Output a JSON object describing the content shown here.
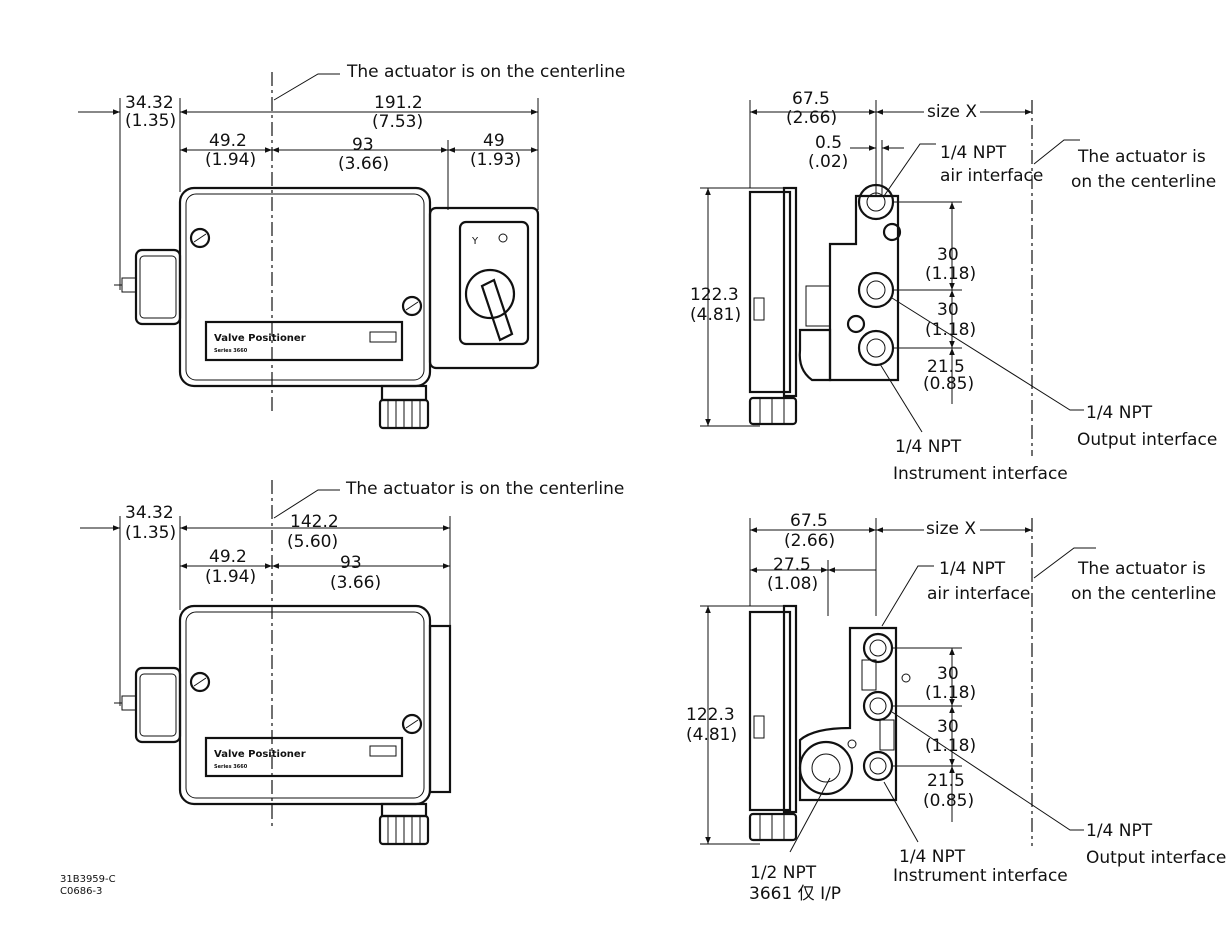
{
  "top_left": {
    "centerline_note": "The actuator is on the centerline",
    "dim_offset": "34.32",
    "dim_offset_in": "(1.35)",
    "dim_overall": "191.2",
    "dim_overall_in": "(7.53)",
    "dim_a": "49.2",
    "dim_a_in": "(1.94)",
    "dim_b": "93",
    "dim_b_in": "(3.66)",
    "dim_c": "49",
    "dim_c_in": "(1.93)",
    "nameplate_title": "Valve Positioner",
    "nameplate_series": "Series 3660"
  },
  "bottom_left": {
    "centerline_note": "The actuator is on the centerline",
    "dim_offset": "34.32",
    "dim_offset_in": "(1.35)",
    "dim_overall": "142.2",
    "dim_overall_in": "(5.60)",
    "dim_a": "49.2",
    "dim_a_in": "(1.94)",
    "dim_b": "93",
    "dim_b_in": "(3.66)",
    "nameplate_title": "Valve Positioner",
    "nameplate_series": "Series 3660"
  },
  "top_right": {
    "dim_depth": "67.5",
    "dim_depth_in": "(2.66)",
    "size_label": "size X",
    "dim_gap": "0.5",
    "dim_gap_in": "(.02)",
    "dim_height": "122.3",
    "dim_height_in": "(4.81)",
    "air_label": "1/4 NPT",
    "air_label_2": "air interface",
    "centerline_note_1": "The actuator is",
    "centerline_note_2": "on the centerline",
    "dim_p1": "30",
    "dim_p1_in": "(1.18)",
    "dim_p2": "30",
    "dim_p2_in": "(1.18)",
    "dim_p3": "21.5",
    "dim_p3_in": "(0.85)",
    "output_label": "1/4 NPT",
    "output_label_2": "Output interface",
    "instrument_label": "1/4 NPT",
    "instrument_label_2": "Instrument interface"
  },
  "bottom_right": {
    "dim_depth": "67.5",
    "dim_depth_in": "(2.66)",
    "size_label": "size X",
    "dim_gap": "27.5",
    "dim_gap_in": "(1.08)",
    "dim_height": "122.3",
    "dim_height_in": "(4.81)",
    "air_label": "1/4 NPT",
    "air_label_2": "air interface",
    "centerline_note_1": "The actuator is",
    "centerline_note_2": "on the centerline",
    "dim_p1": "30",
    "dim_p1_in": "(1.18)",
    "dim_p2": "30",
    "dim_p2_in": "(1.18)",
    "dim_p3": "21.5",
    "dim_p3_in": "(0.85)",
    "output_label": "1/4 NPT",
    "output_label_2": "Output interface",
    "instrument_label": "1/4 NPT",
    "instrument_label_2": "Instrument interface",
    "ip_label": "1/2 NPT",
    "ip_label_2": "3661 仅 I/P"
  },
  "drawing_number": "31B3959-C",
  "drawing_ref": "C0686-3"
}
